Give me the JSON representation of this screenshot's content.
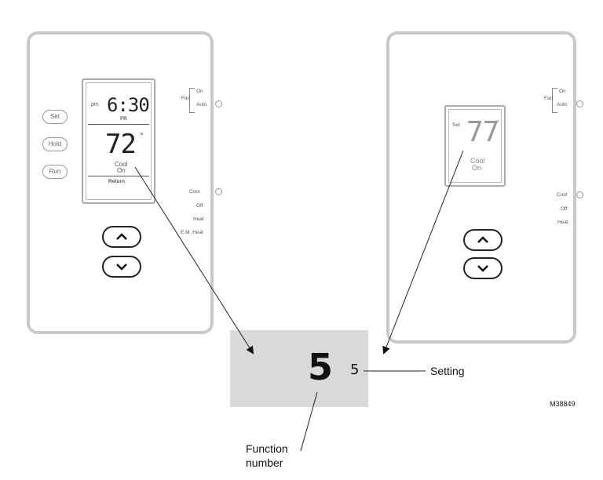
{
  "left_thermostat": {
    "buttons": [
      "Set",
      "Hold",
      "Run"
    ],
    "display": {
      "ampm": "pm",
      "time": "6:30",
      "day": "FR",
      "temperature": "72",
      "degree": "°",
      "mode": "Cool",
      "mode_state": "On",
      "footer": "Return"
    },
    "fan_label": "Fan",
    "fan_options": [
      "On",
      "Auto"
    ],
    "system_options": [
      "Cool",
      "Off",
      "Heat",
      "E.M. Heat"
    ]
  },
  "right_thermostat": {
    "display": {
      "set_label": "Set",
      "temperature": "77",
      "degree": "°",
      "mode": "Cool",
      "mode_state": "On"
    },
    "fan_label": "Fan",
    "fan_options": [
      "On",
      "Auto"
    ],
    "system_options": [
      "Cool",
      "Off",
      "Heat"
    ]
  },
  "function_display": {
    "function_number": "5",
    "setting_value": "5"
  },
  "labels": {
    "setting": "Setting",
    "function_line1": "Function",
    "function_line2": "number",
    "code": "M38849"
  }
}
